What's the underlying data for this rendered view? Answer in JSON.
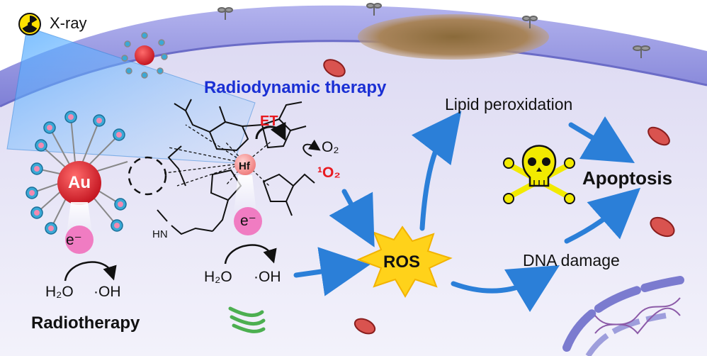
{
  "labels": {
    "xray": "X-ray",
    "radiodynamic": "Radiodynamic therapy",
    "lipid": "Lipid peroxidation",
    "apoptosis": "Apoptosis",
    "dna": "DNA damage",
    "radiotherapy": "Radiotherapy",
    "ros": "ROS",
    "au": "Au",
    "hf": "Hf",
    "et": "ET",
    "o2": "O₂",
    "singlet_o2": "¹O₂",
    "electron": "e⁻",
    "water": "H₂O",
    "hydroxyl": "·OH",
    "hn": "HN"
  },
  "colors": {
    "title_blue": "#1a2fd4",
    "accent_red": "#e8191f",
    "arrow_blue": "#2b7fd8",
    "membrane": "#8f8fe0",
    "cytoplasm": "#e6e4f6",
    "gold_core": "#e2232e",
    "electron_pink": "#f07cc2",
    "ros_star": "#ffd21a",
    "skull_yellow": "#f2ea00"
  },
  "icons": [
    "radiation-icon",
    "skull-crossbones-icon",
    "mitochondria-icon",
    "golgi-icon",
    "dna-icon",
    "receptor-icon"
  ]
}
